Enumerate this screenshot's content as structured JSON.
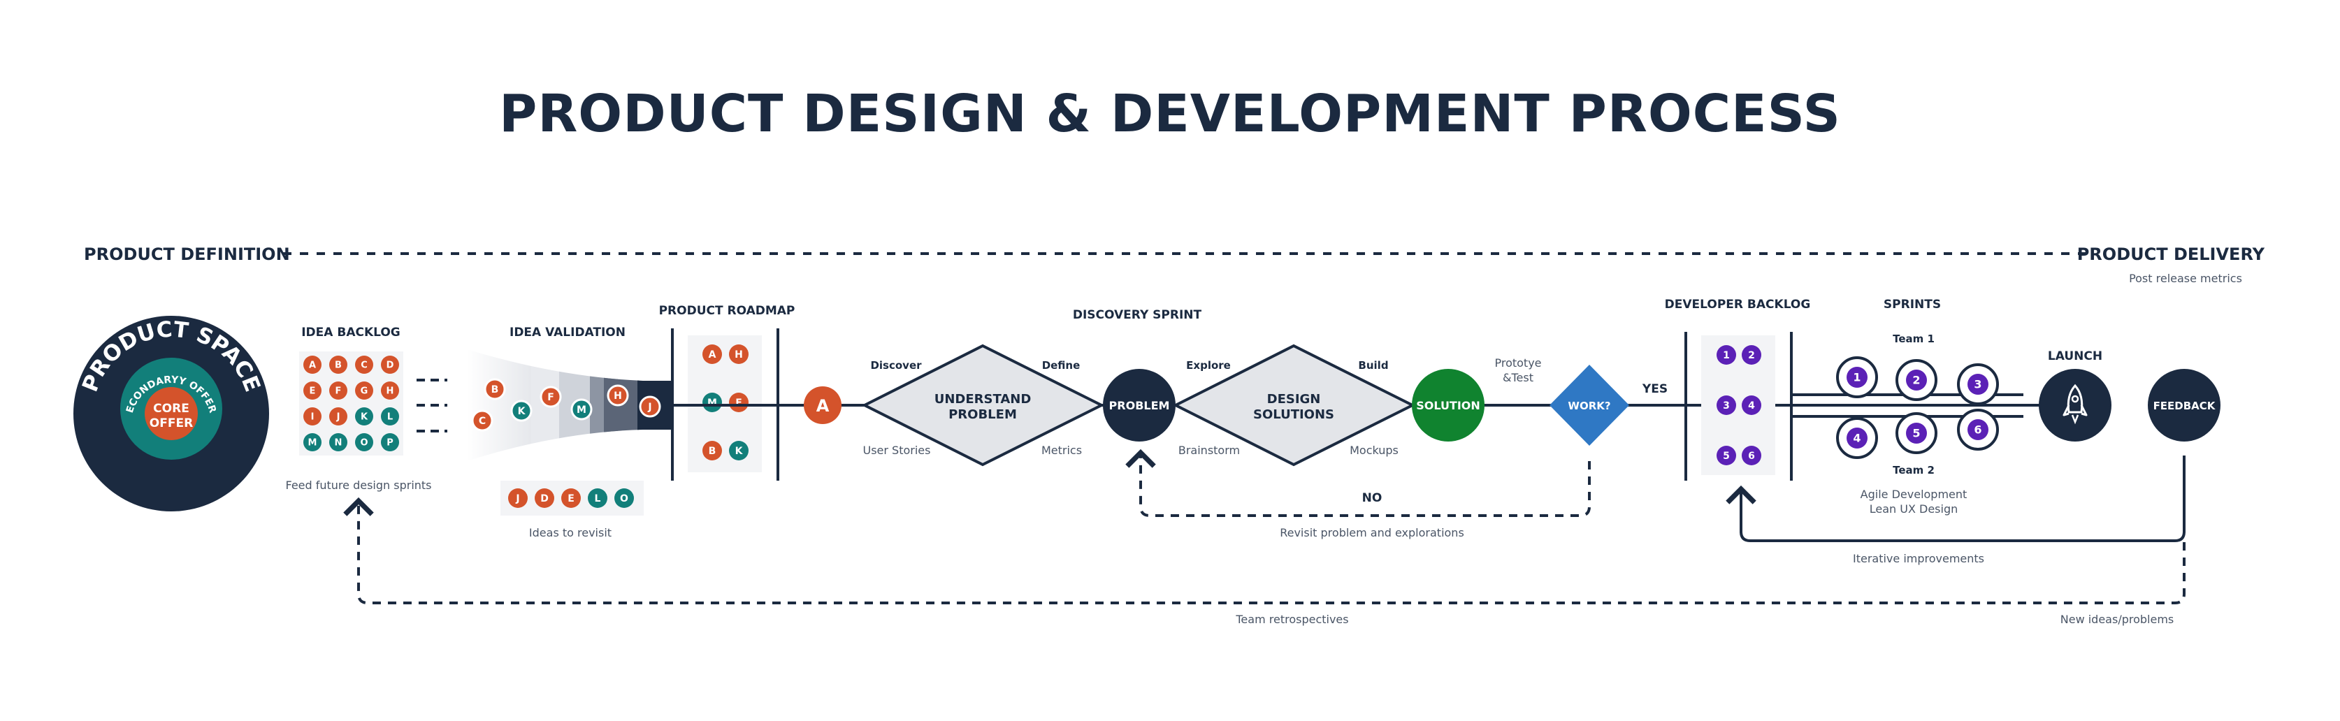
{
  "title": "PRODUCT DESIGN & DEVELOPMENT PROCESS",
  "phases": {
    "definition": "PRODUCT DEFINITION",
    "delivery": "PRODUCT DELIVERY",
    "delivery_note": "Post release metrics"
  },
  "product_space": {
    "outer": "PRODUCT SPACE",
    "middle": "SECONDARYY OFFERS",
    "core_line1": "CORE",
    "core_line2": "OFFER"
  },
  "idea_backlog": {
    "label": "IDEA BACKLOG",
    "rows": [
      [
        {
          "l": "A",
          "c": "orange"
        },
        {
          "l": "B",
          "c": "orange"
        },
        {
          "l": "C",
          "c": "orange"
        },
        {
          "l": "D",
          "c": "orange"
        }
      ],
      [
        {
          "l": "E",
          "c": "orange"
        },
        {
          "l": "F",
          "c": "orange"
        },
        {
          "l": "G",
          "c": "orange"
        },
        {
          "l": "H",
          "c": "orange"
        }
      ],
      [
        {
          "l": "I",
          "c": "orange"
        },
        {
          "l": "J",
          "c": "orange"
        },
        {
          "l": "K",
          "c": "teal"
        },
        {
          "l": "L",
          "c": "teal"
        }
      ],
      [
        {
          "l": "M",
          "c": "teal"
        },
        {
          "l": "N",
          "c": "teal"
        },
        {
          "l": "O",
          "c": "teal"
        },
        {
          "l": "P",
          "c": "teal"
        }
      ]
    ],
    "note": "Feed future design sprints"
  },
  "idea_validation": {
    "label": "IDEA VALIDATION",
    "items": [
      {
        "l": "C",
        "c": "orange"
      },
      {
        "l": "B",
        "c": "orange"
      },
      {
        "l": "K",
        "c": "teal"
      },
      {
        "l": "F",
        "c": "orange"
      },
      {
        "l": "M",
        "c": "teal"
      },
      {
        "l": "H",
        "c": "orange"
      },
      {
        "l": "J",
        "c": "orange"
      }
    ],
    "revisit": [
      {
        "l": "J",
        "c": "orange"
      },
      {
        "l": "D",
        "c": "orange"
      },
      {
        "l": "E",
        "c": "orange"
      },
      {
        "l": "L",
        "c": "teal"
      },
      {
        "l": "O",
        "c": "teal"
      }
    ],
    "revisit_note": "Ideas to revisit"
  },
  "roadmap": {
    "label": "PRODUCT ROADMAP",
    "rows": [
      [
        {
          "l": "A",
          "c": "orange"
        },
        {
          "l": "H",
          "c": "orange"
        }
      ],
      [
        {
          "l": "M",
          "c": "teal"
        },
        {
          "l": "F",
          "c": "orange"
        }
      ],
      [
        {
          "l": "B",
          "c": "orange"
        },
        {
          "l": "K",
          "c": "teal"
        }
      ]
    ]
  },
  "discovery": {
    "label": "DISCOVERY SPRINT",
    "start_node": "A",
    "discover": "Discover",
    "define": "Define",
    "user_stories": "User Stories",
    "metrics": "Metrics",
    "understand_1": "UNDERSTAND",
    "understand_2": "PROBLEM",
    "problem": "PROBLEM",
    "explore": "Explore",
    "build": "Build",
    "brainstorm": "Brainstorm",
    "mockups": "Mockups",
    "design_1": "DESIGN",
    "design_2": "SOLUTIONS",
    "solution": "SOLUTION",
    "prototype_1": "Prototye",
    "prototype_2": "&Test",
    "work": "WORK?",
    "yes": "YES",
    "no": "NO",
    "revisit": "Revisit problem and explorations"
  },
  "dev_backlog": {
    "label": "DEVELOPER BACKLOG",
    "items": [
      "1",
      "2",
      "3",
      "4",
      "5",
      "6"
    ]
  },
  "sprints": {
    "label": "SPRINTS",
    "team1": "Team 1",
    "team2": "Team 2",
    "team1_items": [
      "1",
      "2",
      "3"
    ],
    "team2_items": [
      "4",
      "5",
      "6"
    ],
    "note1": "Agile Development",
    "note2": "Lean UX Design"
  },
  "launch": "LAUNCH",
  "feedback": "FEEDBACK",
  "loops": {
    "iterative": "Iterative improvements",
    "retro": "Team retrospectives",
    "new_ideas": "New ideas/problems"
  },
  "colors": {
    "navy": "#1b2a40",
    "orange": "#d4532b",
    "teal": "#127f7a",
    "green": "#10832f",
    "blue": "#2f78c4",
    "purple": "#5b21b6",
    "grey": "#e3e5e9"
  }
}
